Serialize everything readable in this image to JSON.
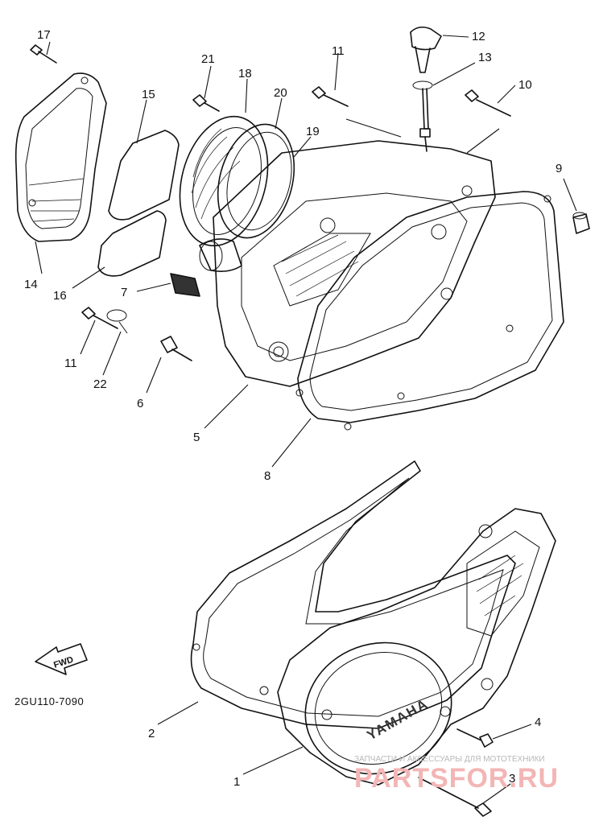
{
  "diagram": {
    "drawing_code": "2GU110-7090",
    "fwd_label": "FWD",
    "brand_mark": "YAMAHA",
    "callouts": [
      "1",
      "2",
      "3",
      "4",
      "5",
      "6",
      "7",
      "8",
      "9",
      "10",
      "11",
      "11",
      "12",
      "13",
      "14",
      "15",
      "16",
      "17",
      "18",
      "19",
      "20",
      "21",
      "22"
    ]
  },
  "watermark": {
    "tagline": "ЗАПЧАСТИ И АКСЕССУАРЫ ДЛЯ МОТОТЕХНИКИ",
    "site": "PARTSFOR.RU"
  }
}
